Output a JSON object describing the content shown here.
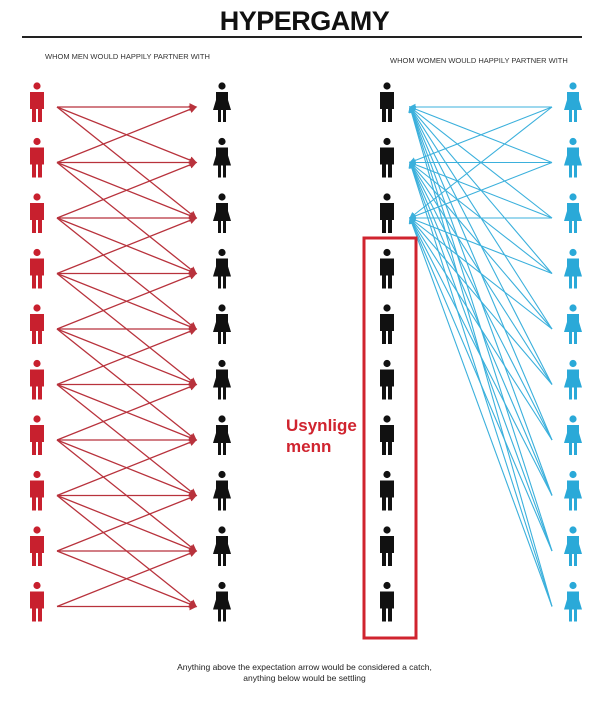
{
  "title": "HYPERGAMY",
  "left_caption": "WHOM MEN WOULD HAPPILY PARTNER WITH",
  "right_caption": "WHOM WOMEN WOULD HAPPILY PARTNER WITH",
  "highlight_label_line1": "Usynlige",
  "highlight_label_line2": "menn",
  "footnote_line1": "Anything above the expectation arrow would be considered a catch,",
  "footnote_line2": "anything below would be settling",
  "rows": 10,
  "men_reach_below": 2,
  "men_reach_above": 1,
  "women_target_top_men": 3,
  "colors": {
    "men_left": "#c8202e",
    "women_right": "#2aa9d8",
    "neutral": "#111111",
    "red_arrow": "#b8323c",
    "blue_arrow": "#3bb0dc",
    "highlight": "#d0242f"
  }
}
